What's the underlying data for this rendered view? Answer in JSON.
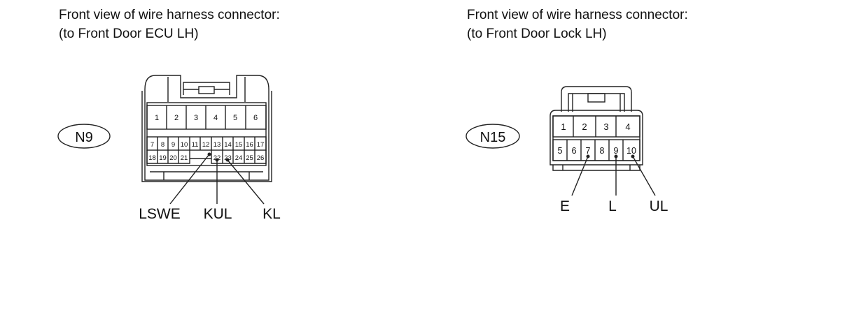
{
  "left": {
    "caption_line1": "Front view of wire harness connector:",
    "caption_line2": "(to Front Door ECU LH)",
    "connector_id": "N9",
    "row1": [
      "1",
      "2",
      "3",
      "4",
      "5",
      "6"
    ],
    "row2": [
      "7",
      "8",
      "9",
      "10",
      "11",
      "12",
      "13",
      "14",
      "15",
      "16",
      "17"
    ],
    "row3": [
      "18",
      "19",
      "20",
      "21",
      "22",
      "23",
      "24",
      "25",
      "26"
    ],
    "pin_labels": [
      "LSWE",
      "KUL",
      "KL"
    ]
  },
  "right": {
    "caption_line1": "Front view of wire harness connector:",
    "caption_line2": "(to Front Door Lock LH)",
    "connector_id": "N15",
    "row1": [
      "1",
      "2",
      "3",
      "4"
    ],
    "row2": [
      "5",
      "6",
      "7",
      "8",
      "9",
      "10"
    ],
    "pin_labels": [
      "E",
      "L",
      "UL"
    ]
  },
  "colors": {
    "line": "#222222",
    "background": "#ffffff"
  }
}
